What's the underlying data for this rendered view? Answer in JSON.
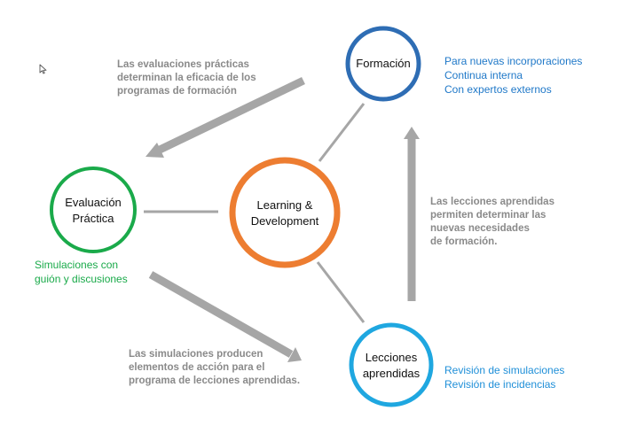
{
  "colors": {
    "formacion": "#2e6db4",
    "evaluacion": "#1aaa4a",
    "learning": "#ed7d31",
    "lecciones": "#1fa7e0",
    "arrows": "#a6a6a6",
    "connectors": "#a6a6a6",
    "notes_text": "#8a8a8a",
    "formacion_list_text": "#1f78c8",
    "evaluacion_list_text": "#1aaa4a",
    "lecciones_list_text": "#1f8fd8"
  },
  "nodes": {
    "formacion": {
      "label_lines": [
        "Formación"
      ]
    },
    "evaluacion": {
      "label_lines": [
        "Evaluación",
        "Práctica"
      ]
    },
    "learning": {
      "label_lines": [
        "Learning &",
        "Development"
      ]
    },
    "lecciones": {
      "label_lines": [
        "Lecciones",
        "aprendidas"
      ]
    }
  },
  "lists": {
    "formacion": [
      "Para nuevas incorporaciones",
      "Continua interna",
      "Con expertos externos"
    ],
    "evaluacion": [
      "Simulaciones con",
      "guión y discusiones"
    ],
    "lecciones": [
      "Revisión de simulaciones",
      "Revisión de incidencias"
    ]
  },
  "notes": {
    "evaluaciones": [
      "Las evaluaciones prácticas",
      "determinan la eficacia de los",
      "programas de formación"
    ],
    "lecciones": [
      "Las lecciones aprendidas",
      "permiten determinar las",
      "nuevas necesidades",
      "de formación."
    ],
    "simulaciones": [
      "Las simulaciones producen",
      "elementos de acción para el",
      "programa de lecciones aprendidas."
    ]
  },
  "icons": {
    "cursor": "mouse-pointer-icon"
  }
}
